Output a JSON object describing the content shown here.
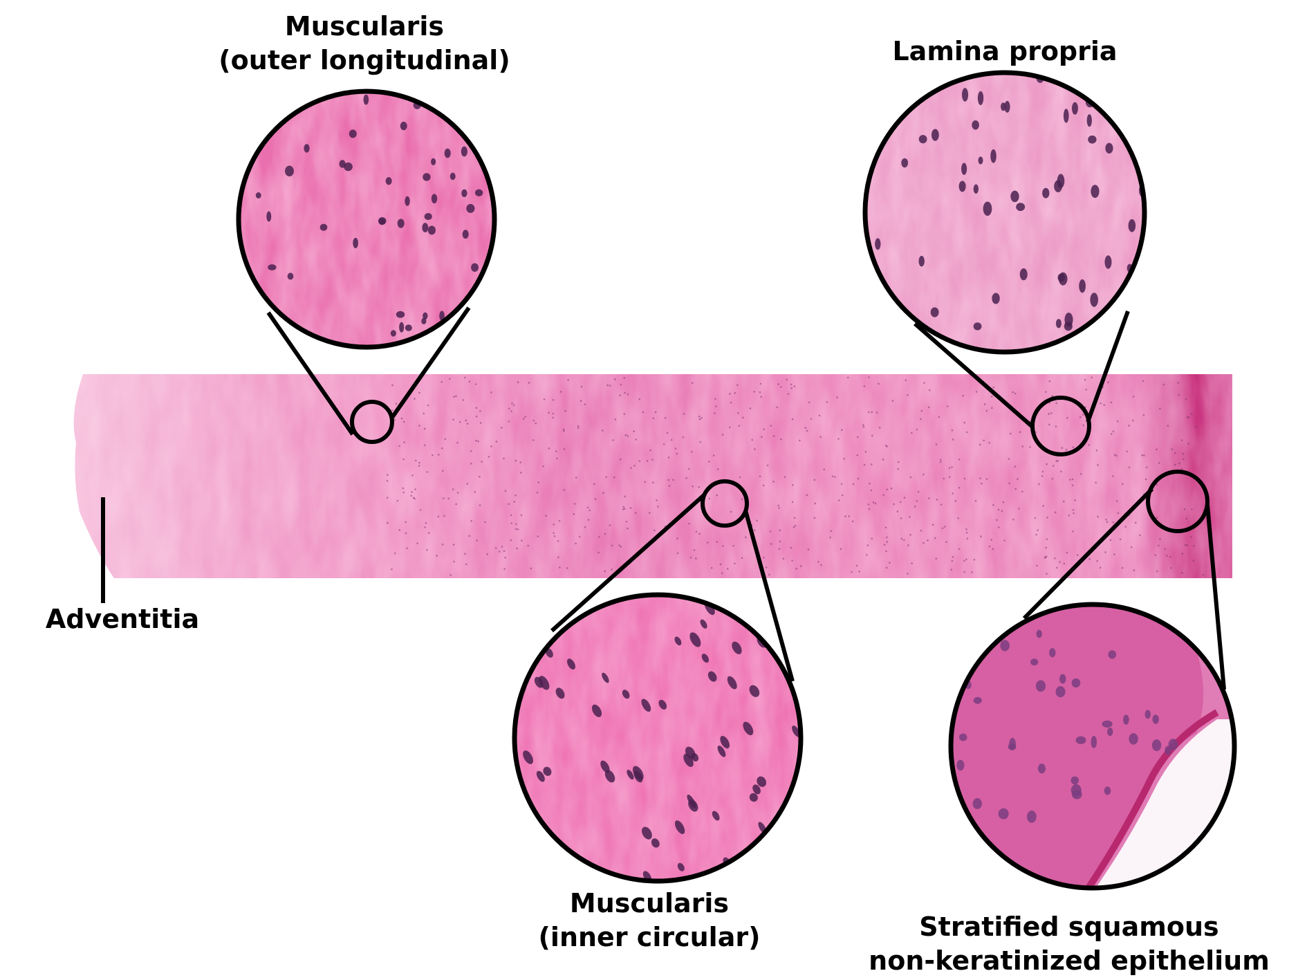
{
  "labels": {
    "outer_longitudinal": [
      "Muscularis",
      "(outer longitudinal)"
    ],
    "lamina_propria": "Lamina propria",
    "adventitia": "Adventitia",
    "inner_circular": [
      "Muscularis",
      "(inner circular)"
    ],
    "epithelium": [
      "Stratified squamous",
      "non-keratinized epithelium"
    ]
  },
  "colors": {
    "tissue_pink": "#ec7fb8",
    "light_pink": "#f3a9cf",
    "epithelium_magenta": "#c8327e",
    "nucleus": "#4a2150",
    "outline": "#000000"
  }
}
